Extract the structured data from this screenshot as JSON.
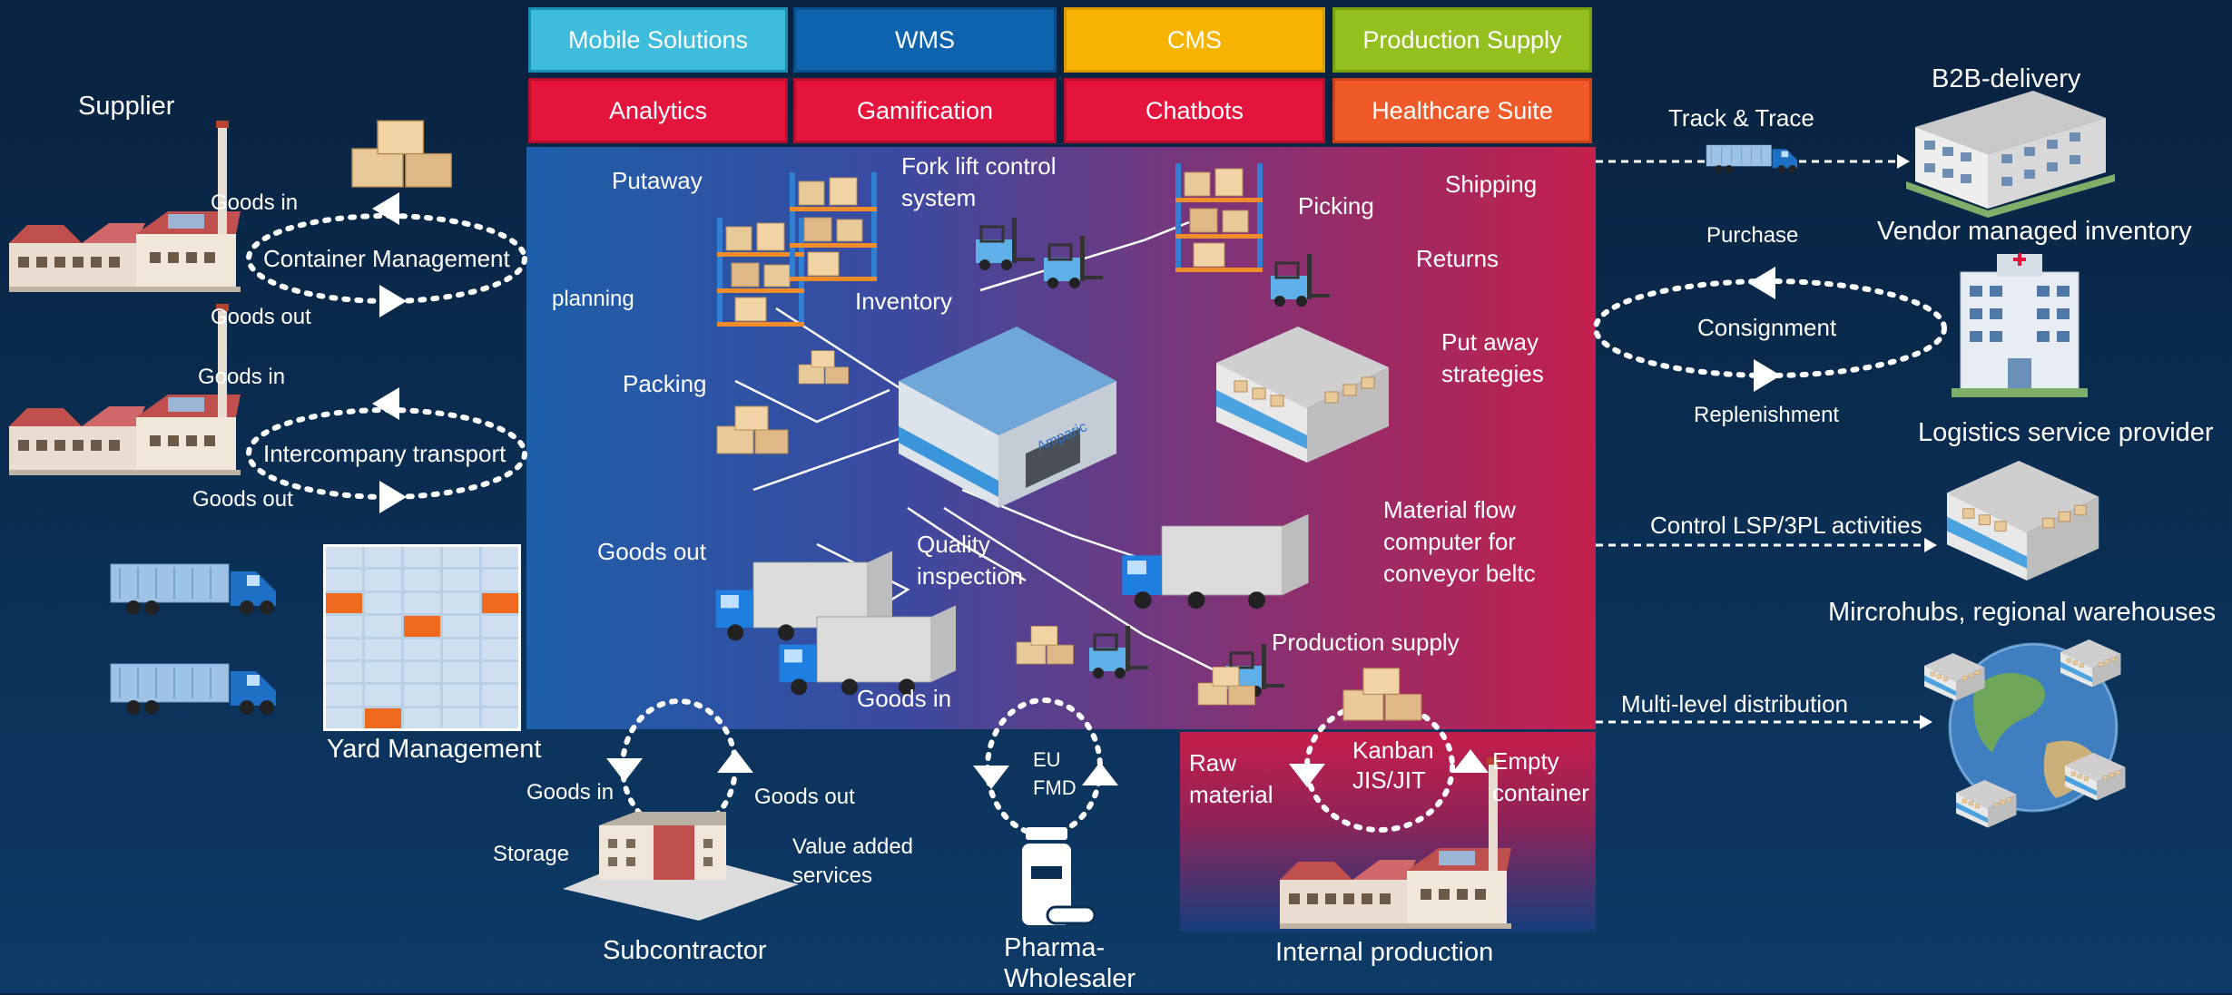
{
  "modules": {
    "row1": [
      "Mobile Solutions",
      "WMS",
      "CMS",
      "Production Supply"
    ],
    "row2": [
      "Analytics",
      "Gamification",
      "Chatbots",
      "Healthcare Suite"
    ],
    "colors": {
      "mobile": "#3dbcdc",
      "wms": "#0d63ad",
      "cms": "#f6b400",
      "production": "#93c01f",
      "analytics": "#e4143c",
      "gamification": "#e4143c",
      "chatbots": "#e4143c",
      "healthcare": "#f05a28"
    }
  },
  "left": {
    "supplier": "Supplier",
    "goods_in_1": "Goods in",
    "goods_out_1": "Goods out",
    "container_management": "Container Management",
    "goods_in_2": "Goods in",
    "goods_out_2": "Goods out",
    "intercompany_transport": "Intercompany transport",
    "yard_management": "Yard Management"
  },
  "center": {
    "putaway": "Putaway",
    "forklift_1": "Fork lift control",
    "forklift_2": "system",
    "picking": "Picking",
    "shipping": "Shipping",
    "returns": "Returns",
    "planning": "planning",
    "inventory": "Inventory",
    "putaway_strategies_1": "Put away",
    "putaway_strategies_2": "strategies",
    "packing": "Packing",
    "warehouse_sign": "Amparic",
    "material_flow_1": "Material flow",
    "material_flow_2": "computer for",
    "material_flow_3": "conveyor beltc",
    "goods_out": "Goods out",
    "quality_1": "Quality",
    "quality_2": "inspection",
    "production_supply": "Production supply",
    "goods_in": "Goods in"
  },
  "bottom": {
    "sub_goods_in": "Goods in",
    "sub_goods_out": "Goods out",
    "storage": "Storage",
    "value_added_1": "Value added",
    "value_added_2": "services",
    "subcontractor": "Subcontractor",
    "eu": "EU",
    "fmd": "FMD",
    "pharma_1": "Pharma-",
    "pharma_2": "Wholesaler",
    "raw_1": "Raw",
    "raw_2": "material",
    "kanban_1": "Kanban",
    "kanban_2": "JIS/JIT",
    "empty_1": "Empty",
    "empty_2": "container",
    "internal_production": "Internal production"
  },
  "right": {
    "track_trace": "Track & Trace",
    "b2b": "B2B-delivery",
    "purchase": "Purchase",
    "vmi": "Vendor managed inventory",
    "consignment": "Consignment",
    "replenishment": "Replenishment",
    "lsp": "Logistics service provider",
    "control_lsp": "Control LSP/3PL activities",
    "microhubs": "Mircrohubs, regional warehouses",
    "multi_level": "Multi-level distribution"
  }
}
